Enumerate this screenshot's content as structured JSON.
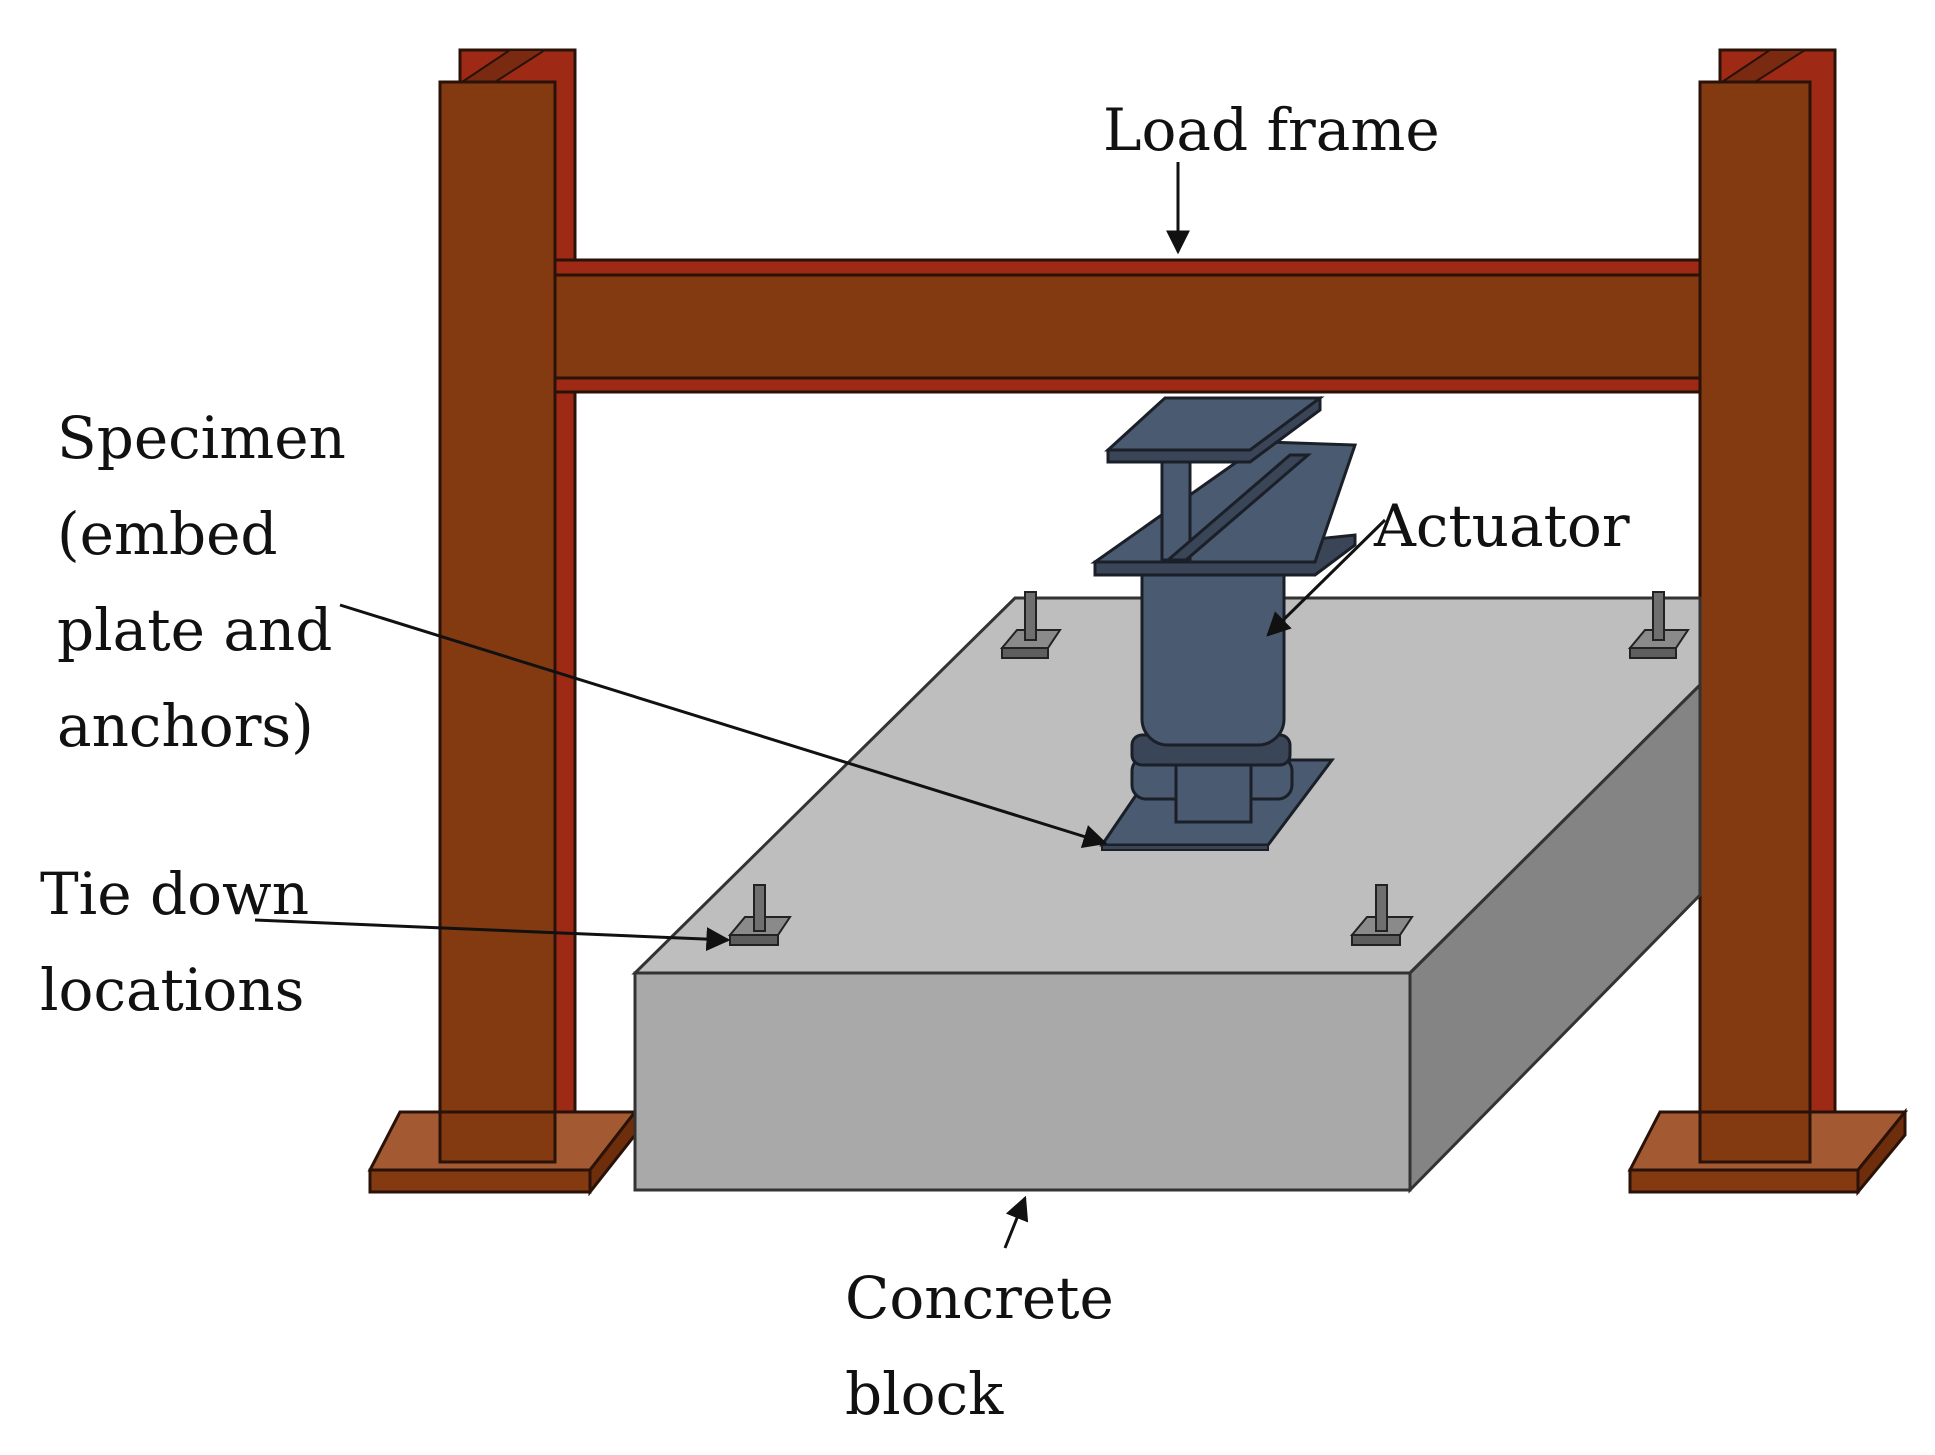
{
  "labels": {
    "load_frame": "Load frame",
    "actuator": "Actuator",
    "specimen": [
      "Specimen",
      "(embed",
      "plate and",
      "anchors)"
    ],
    "tie_down": [
      "Tie down",
      "locations"
    ],
    "concrete_block": [
      "Concrete",
      "block"
    ]
  },
  "colors": {
    "frame_front": "#833A10",
    "frame_side": "#9E2A16",
    "base_plate_top": "#A35A33",
    "concrete_top": "#BEBEBE",
    "concrete_front": "#A9A9A9",
    "concrete_side": "#848484",
    "steel": "#4A5A70",
    "steel_dark": "#3A4658",
    "anchor": "#6F6F6F",
    "leader_line": "#111111"
  }
}
